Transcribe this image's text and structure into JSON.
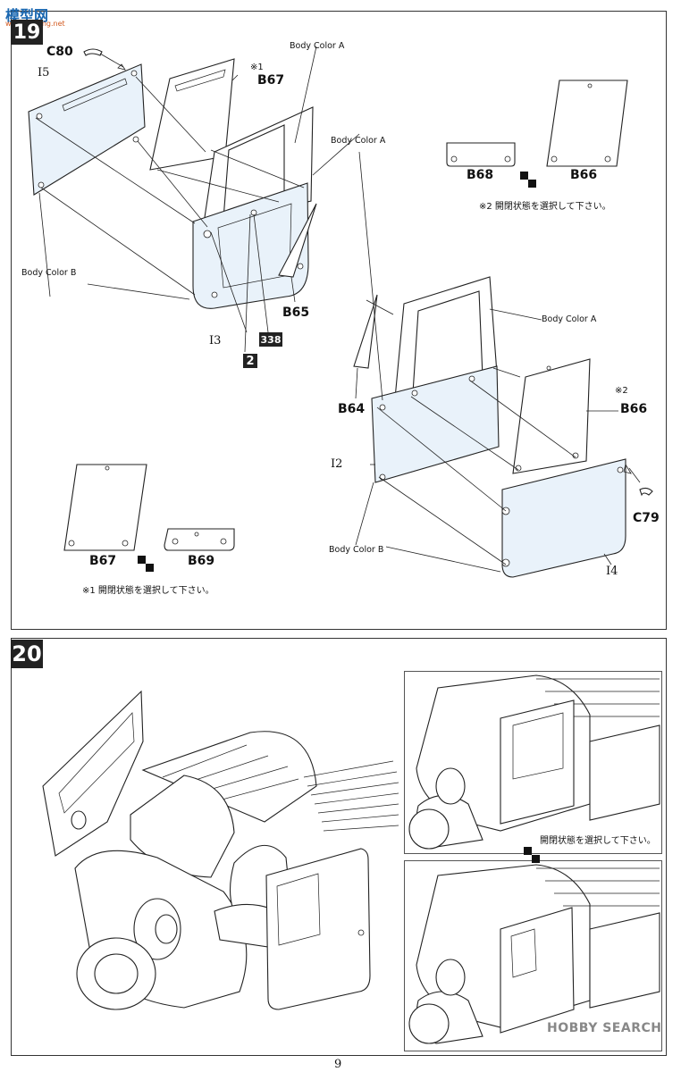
{
  "header": {
    "site_logo": "模型网",
    "site_url": "www.moxing.net"
  },
  "step19": {
    "number": "19",
    "left_group": {
      "c80": "C80",
      "i5": "I5",
      "note1_mark": "※1",
      "b67": "B67",
      "body_color_a": "Body Color A",
      "body_color_b": "Body Color B",
      "b65": "B65",
      "i3": "I3",
      "paint_number": "338",
      "paint_sub": "2"
    },
    "option_right": {
      "b68": "B68",
      "b66": "B66",
      "note": "※2  開閉状態を選択して下さい。"
    },
    "right_group": {
      "body_color_a_top": "Body Color A",
      "body_color_a_mid": "Body Color A",
      "b64": "B64",
      "note2_mark": "※2",
      "b66": "B66",
      "i2": "I2",
      "c79": "C79",
      "body_color_b": "Body Color B",
      "i4": "I4"
    },
    "option_left": {
      "b67": "B67",
      "b69": "B69",
      "note": "※1  開閉状態を選択して下さい。"
    }
  },
  "step20": {
    "number": "20",
    "subview_note": "開閉状態を選択して下さい。"
  },
  "footer": {
    "watermark": "HOBBY SEARCH",
    "page_number": "9"
  },
  "icons": {
    "choose_icon": "choose-icon",
    "arrow_icon": "arrow-icon"
  },
  "colors": {
    "part_fill": "#e9f2fa",
    "logo_blue": "#1a67b0",
    "logo_orange": "#d35a20"
  }
}
